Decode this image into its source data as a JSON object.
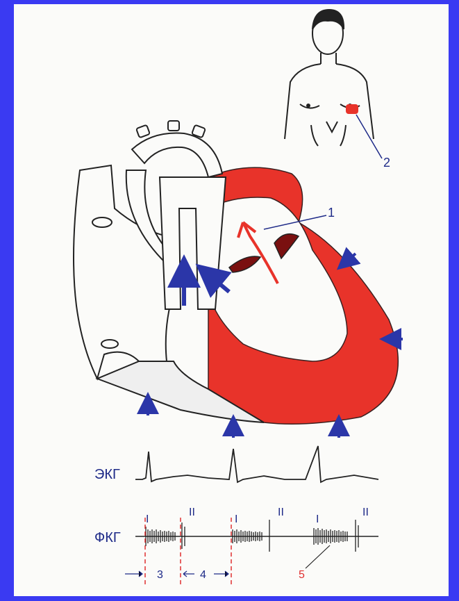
{
  "labels": {
    "ecg": "ЭКГ",
    "pcg": "ФКГ",
    "callout_1": "1",
    "callout_2": "2",
    "interval_3": "3",
    "interval_4": "4",
    "murmur_5": "5",
    "tone_1": "I",
    "tone_2": "II"
  },
  "colors": {
    "background": "#3a3af2",
    "myocardium": "#e8332a",
    "arrow": "#2b36a8",
    "label": "#1e2a88",
    "marker": "#e03030",
    "ink": "#222222"
  }
}
